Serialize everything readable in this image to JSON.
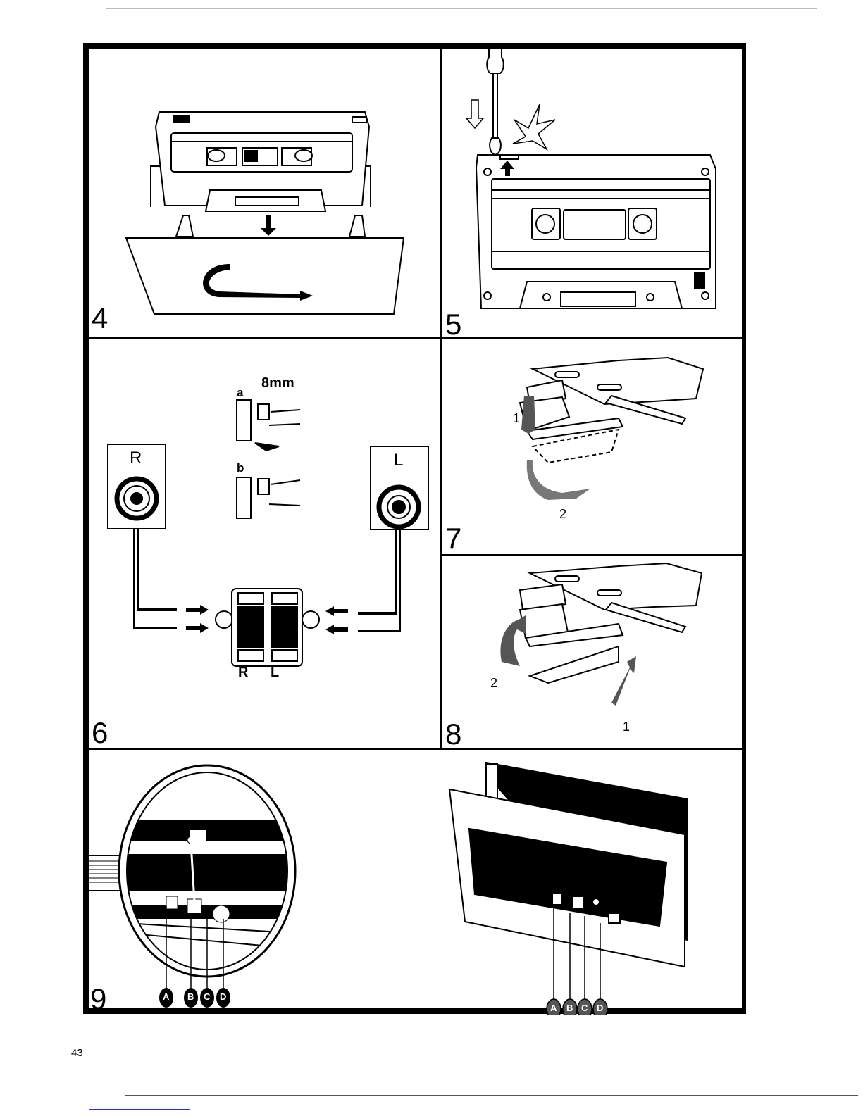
{
  "page": {
    "page_number": "43",
    "accent_link_color": "#1a33d9"
  },
  "figures": [
    {
      "id": "4",
      "label": "4",
      "subject": "cassette-insertion",
      "icons": [
        "cassette-icon",
        "insert-arrow-down-icon",
        "u-turn-arrow-icon"
      ]
    },
    {
      "id": "5",
      "label": "5",
      "subject": "cassette-tab-removal",
      "icons": [
        "screwdriver-icon",
        "arrow-down-icon",
        "arrow-up-icon",
        "break-star-icon",
        "cassette-icon"
      ]
    },
    {
      "id": "6",
      "label": "6",
      "subject": "speaker-connection",
      "speaker_right_label": "R",
      "speaker_left_label": "L",
      "strip_length": "8mm",
      "step_a": "a",
      "step_b": "b",
      "terminal_labels": [
        "R",
        "L"
      ]
    },
    {
      "id": "7",
      "label": "7",
      "subject": "stylus-removal",
      "step_labels": [
        "1",
        "2"
      ]
    },
    {
      "id": "8",
      "label": "8",
      "subject": "stylus-insertion",
      "step_labels": [
        "2",
        "1"
      ]
    },
    {
      "id": "9",
      "label": "9",
      "subject": "tape-head-cleaning",
      "callouts_left": [
        "A",
        "B",
        "C",
        "D"
      ],
      "callouts_right": [
        "A",
        "B",
        "C",
        "D"
      ]
    }
  ]
}
